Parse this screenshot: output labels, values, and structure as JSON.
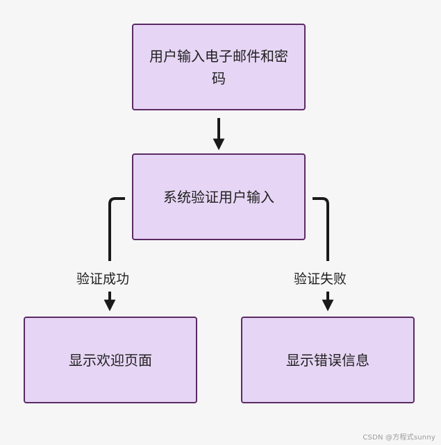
{
  "nodes": {
    "input": "用户输入电子邮件和密码",
    "validate": "系统验证用户输入",
    "success": "显示欢迎页面",
    "error": "显示错误信息"
  },
  "edges": {
    "success_label": "验证成功",
    "failure_label": "验证失败"
  },
  "watermark": "CSDN @方程式sunny",
  "colors": {
    "node_fill": "#e6d5f4",
    "node_border": "#5b2a63",
    "arrow": "#1a1a1a",
    "background": "#f6f6f7"
  }
}
